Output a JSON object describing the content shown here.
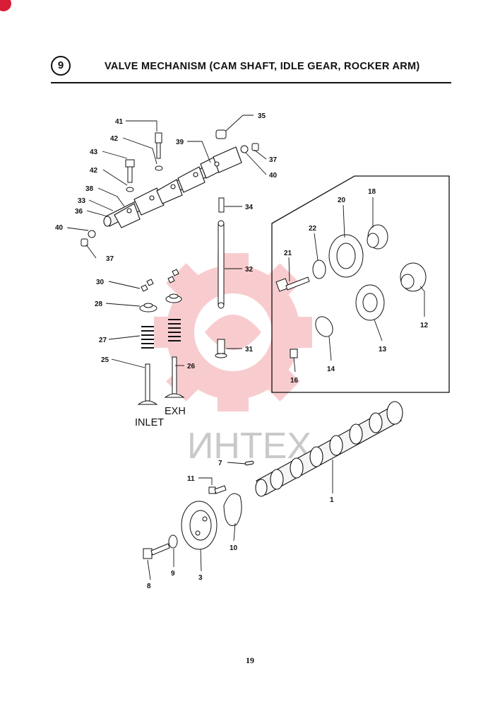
{
  "header": {
    "section_number": "9",
    "title": "VALVE MECHANISM (CAM SHAFT, IDLE GEAR, ROCKER ARM)"
  },
  "watermark": {
    "text": "ИНТЕХ",
    "color": "#e84a55"
  },
  "captions": {
    "inlet": "INLET",
    "exhaust": "EXH"
  },
  "callouts": {
    "p1": "1",
    "p3": "3",
    "p7": "7",
    "p8": "8",
    "p9": "9",
    "p10": "10",
    "p11": "11",
    "p12": "12",
    "p13": "13",
    "p14": "14",
    "p16": "16",
    "p18": "18",
    "p20": "20",
    "p21": "21",
    "p22": "22",
    "p25": "25",
    "p26": "26",
    "p27": "27",
    "p28": "28",
    "p30": "30",
    "p31": "31",
    "p32": "32",
    "p33": "33",
    "p34": "34",
    "p35": "35",
    "p36": "36",
    "p37a": "37",
    "p37b": "37",
    "p38": "38",
    "p39": "39",
    "p40a": "40",
    "p40b": "40",
    "p41": "41",
    "p42a": "42",
    "p42b": "42",
    "p43": "43"
  },
  "footer": {
    "page_number": "19"
  }
}
